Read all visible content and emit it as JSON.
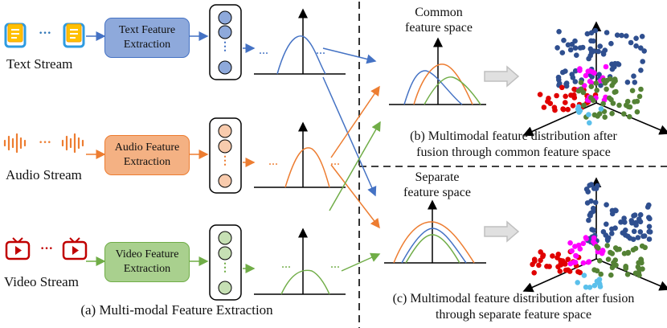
{
  "streams": {
    "text": {
      "label": "Text Stream",
      "extractor": [
        "Text Feature",
        "Extraction"
      ],
      "color": "#4472C4",
      "box_fill": "#8EA9DB",
      "node_fill": "#8EA9DB"
    },
    "audio": {
      "label": "Audio Stream",
      "extractor": [
        "Audio Feature",
        "Extraction"
      ],
      "color": "#ED7D31",
      "box_fill": "#F4B183",
      "node_fill": "#F8CBAD"
    },
    "video": {
      "label": "Video Stream",
      "extractor": [
        "Video Feature",
        "Extraction"
      ],
      "color": "#70AD47",
      "box_fill": "#A9D08E",
      "node_fill": "#C6E0B4"
    }
  },
  "ellipsis": "···",
  "left_caption": "(a) Multi-modal Feature Extraction",
  "common": {
    "title": [
      "Common",
      "feature space"
    ],
    "caption": [
      "(b) Multimodal feature distribution after",
      "fusion through common feature space"
    ]
  },
  "separate": {
    "title": [
      "Separate",
      "feature space"
    ],
    "caption": [
      "(c) Multimodal feature distribution after fusion",
      "through separate feature space"
    ]
  },
  "colors": {
    "dark_blue": "#2F4F8F",
    "red": "#E00000",
    "magenta": "#FF00FF",
    "green": "#548235",
    "cyan": "#5BC0EB",
    "arrow_gray": "#BFBFBF"
  },
  "icons": {
    "text": "document-icon",
    "audio": "waveform-icon",
    "video": "tv-play-icon"
  }
}
